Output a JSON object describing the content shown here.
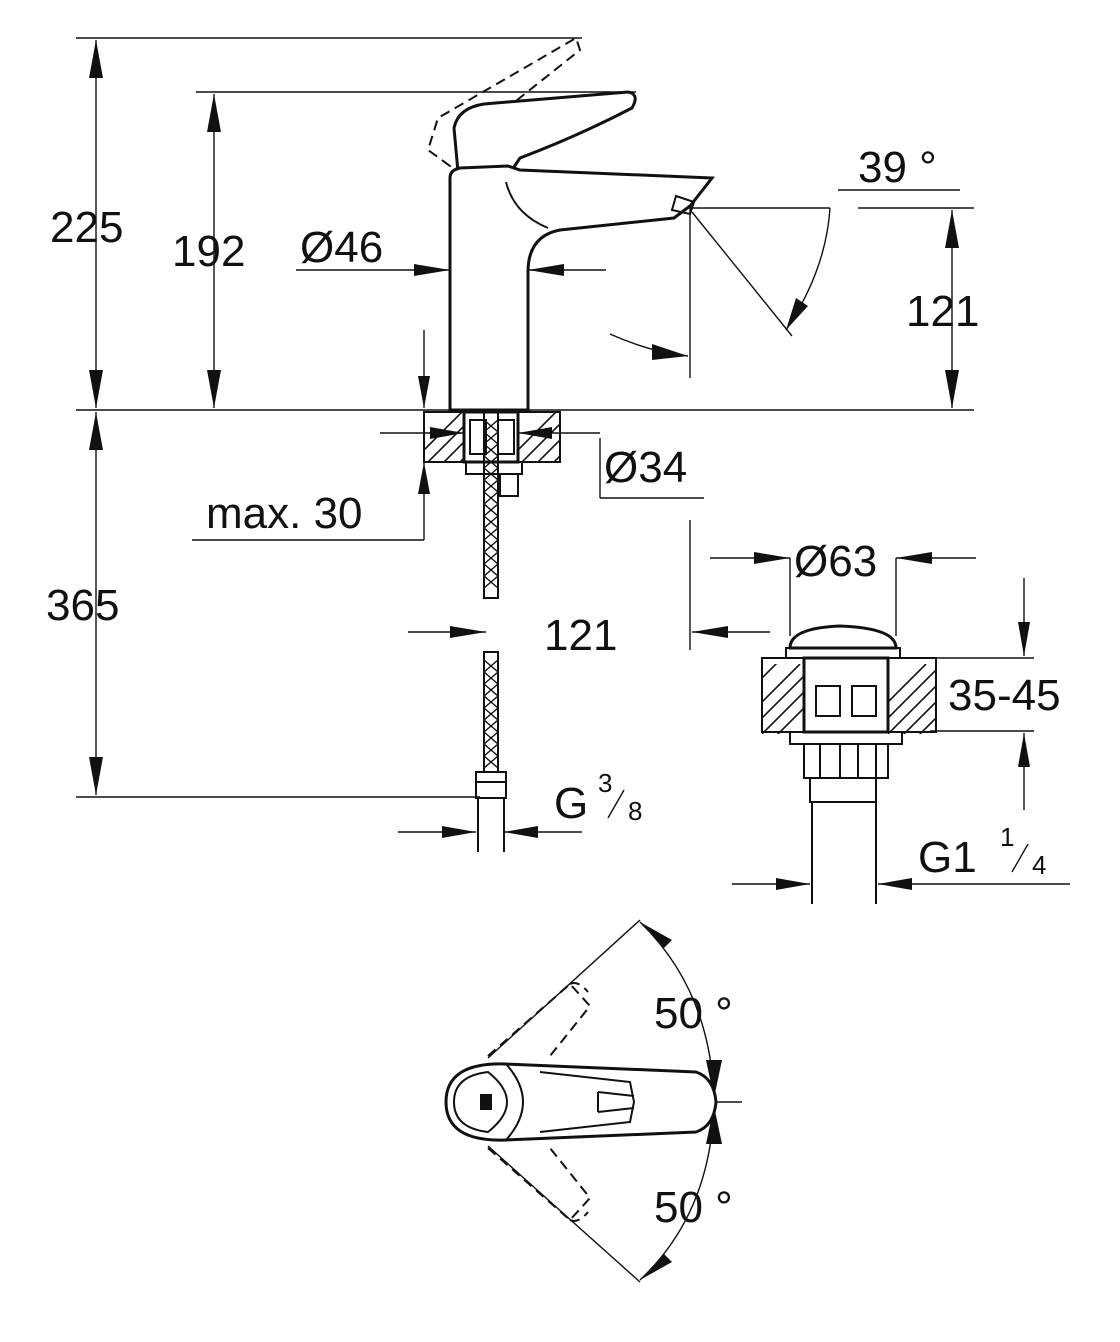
{
  "dimensions": {
    "total_height": "225",
    "spout_height": "192",
    "body_diameter": "Ø46",
    "lever_angle": "39 °",
    "outlet_height": "121",
    "hole_diameter": "Ø34",
    "max_thickness": "max. 30",
    "hose_length": "365",
    "projection": "121",
    "waste_diameter": "Ø63",
    "basin_thickness": "35-45",
    "connection_thread": {
      "main": "G",
      "num": "3",
      "den": "8"
    },
    "waste_thread": {
      "main": "G1",
      "num": "1",
      "den": "4"
    },
    "rotation_upper": "50 °",
    "rotation_lower": "50 °"
  }
}
